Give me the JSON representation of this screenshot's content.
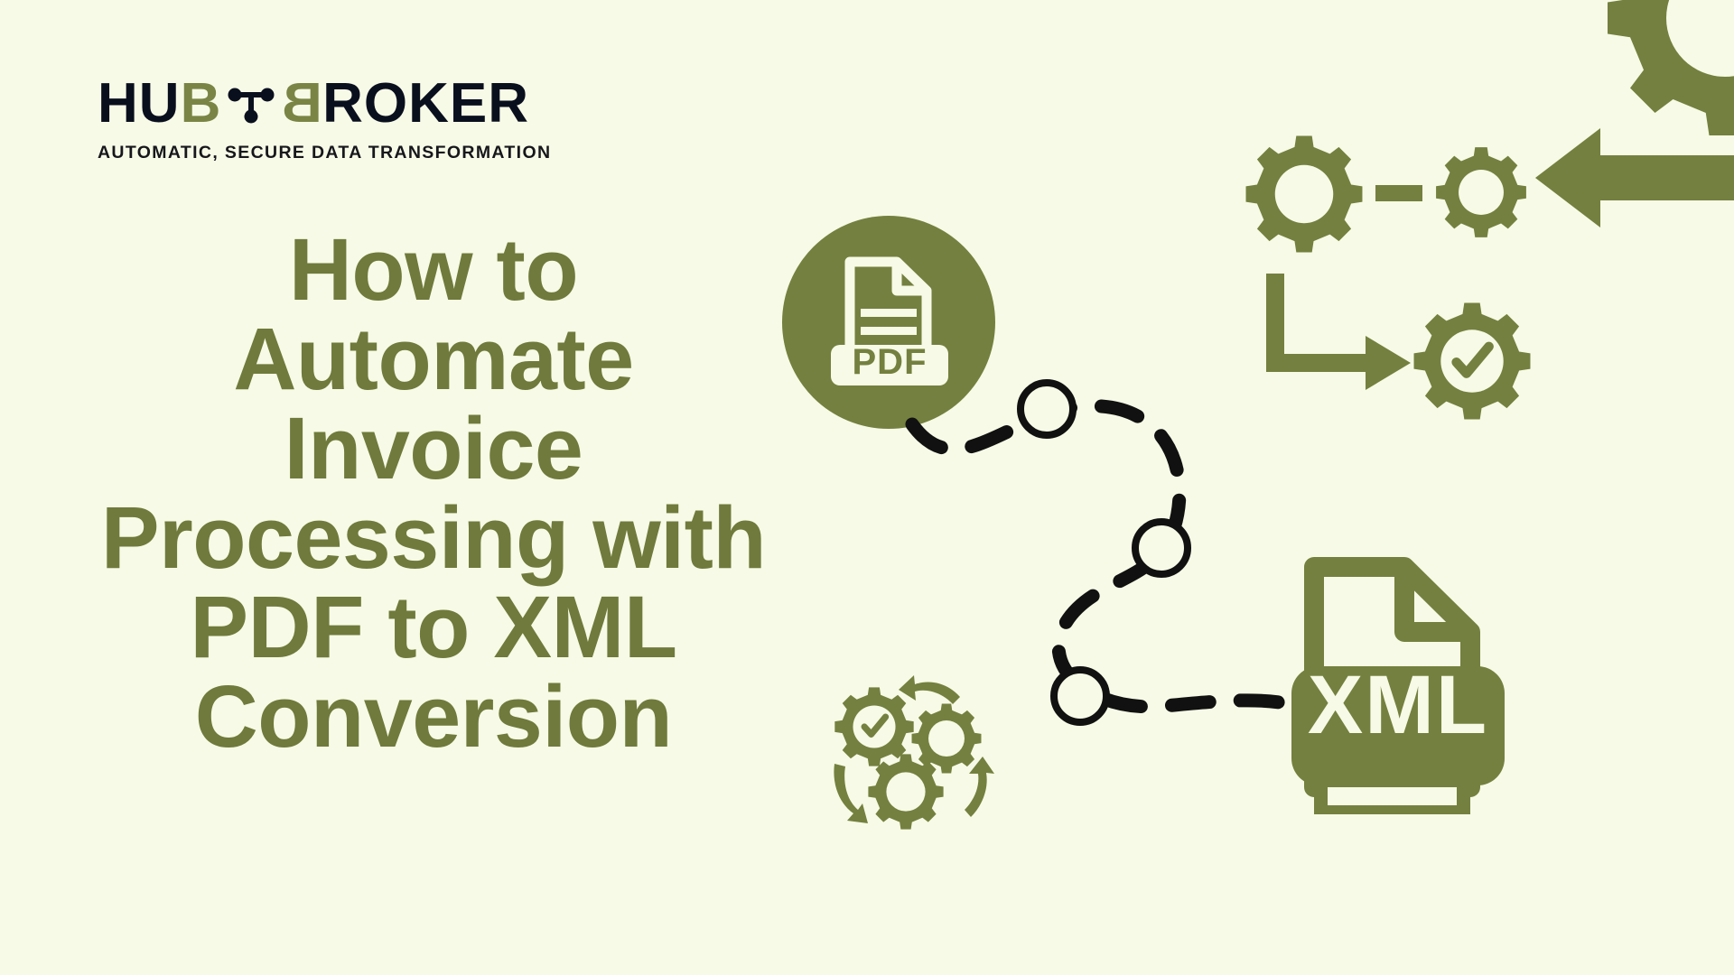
{
  "page": {
    "background_color": "#f7fae6",
    "accent_olive": "#74803f",
    "headline_olive": "#6f7a3c",
    "dark_ink": "#0a0f1e",
    "dash_black": "#111111"
  },
  "logo": {
    "name": "HubBroker",
    "part_hu": "HU",
    "part_b1": "B",
    "node_icon": "node-network-icon",
    "part_b2": "B",
    "part_roker": "ROKER",
    "tagline": "AUTOMATIC, SECURE DATA TRANSFORMATION"
  },
  "headline": {
    "full_text": "How to Automate Invoice Processing with PDF to XML Conversion",
    "lines": [
      "How to",
      "Automate",
      "Invoice",
      "Processing with",
      "PDF to XML",
      "Conversion"
    ]
  },
  "illustration": {
    "source_file": {
      "icon": "pdf-file-icon",
      "label": "PDF",
      "shape": "circle-badge",
      "color": "#74803f"
    },
    "target_file": {
      "icon": "xml-file-icon",
      "label": "XML",
      "shape": "file-with-folded-corner",
      "color": "#74803f"
    },
    "connector": {
      "icon": "dashed-flow-path",
      "style": "dashed",
      "color": "#111111",
      "node_count": 3
    },
    "gear_group_top": {
      "icon": "gears-workflow-icon",
      "items": [
        "gear-large",
        "connector-dash",
        "gear-small",
        "elbow-arrow",
        "gear-check-icon"
      ]
    },
    "gear_group_bottom": {
      "icon": "gears-cycle-icon",
      "items": [
        "gear-check-icon",
        "gear-plain",
        "gear-plain",
        "curved-arrow",
        "curved-arrow",
        "curved-arrow"
      ]
    },
    "corner_gear": {
      "icon": "gear-corner-icon"
    },
    "incoming_arrow": {
      "icon": "arrow-left-icon"
    }
  }
}
